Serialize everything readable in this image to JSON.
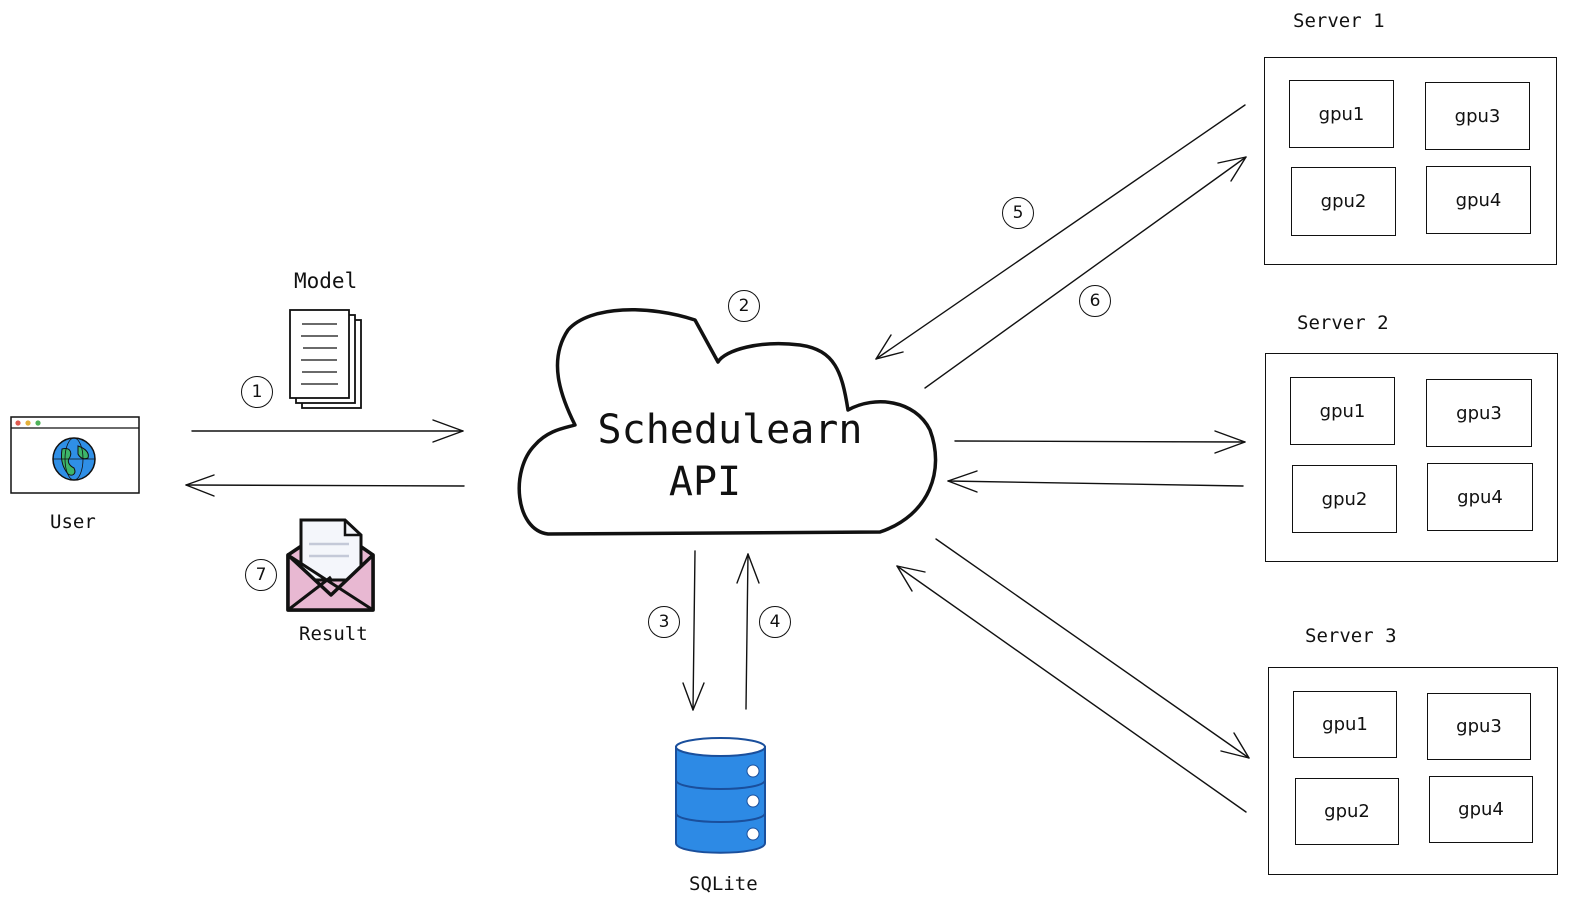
{
  "user": {
    "label": "User"
  },
  "model": {
    "label": "Model"
  },
  "result": {
    "label": "Result"
  },
  "api": {
    "line1": "Schedulearn",
    "line2": "API"
  },
  "database": {
    "label": "SQLite"
  },
  "steps": [
    "1",
    "2",
    "3",
    "4",
    "5",
    "6",
    "7"
  ],
  "servers": [
    {
      "label": "Server 1",
      "gpus": [
        "gpu1",
        "gpu3",
        "gpu2",
        "gpu4"
      ]
    },
    {
      "label": "Server 2",
      "gpus": [
        "gpu1",
        "gpu3",
        "gpu2",
        "gpu4"
      ]
    },
    {
      "label": "Server 3",
      "gpus": [
        "gpu1",
        "gpu3",
        "gpu2",
        "gpu4"
      ]
    }
  ],
  "colors": {
    "db_blue": "#2d8ae5",
    "globe_blue": "#2f8fe6",
    "globe_green": "#3db56a",
    "envelope_pink": "#e8b8d2"
  },
  "icons": {
    "user": "browser-globe-icon",
    "model": "document-stack-icon",
    "result": "envelope-letter-icon",
    "database": "database-icon"
  }
}
